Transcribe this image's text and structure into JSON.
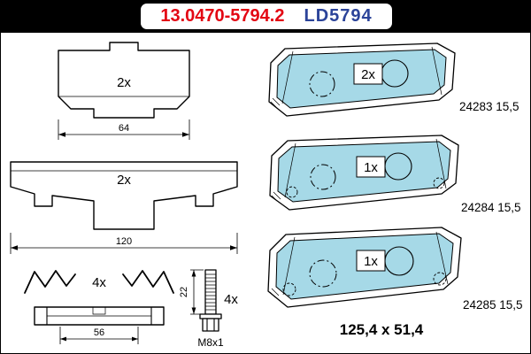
{
  "header": {
    "part_number": "13.0470-5794.2",
    "code": "LD5794"
  },
  "colors": {
    "brand_red": "#e30613",
    "code_blue": "#2b4399",
    "pad_surface": "#a6d9e7"
  },
  "left_column": {
    "backplate_view": {
      "quantity": "2x",
      "width_dim": "64"
    },
    "pad_rear_view": {
      "quantity": "2x",
      "width_dim": "120"
    },
    "clip_set": {
      "quantity": "4x",
      "width_dim": "56"
    },
    "bolt": {
      "quantity": "4x",
      "length_dim": "22",
      "thread_label": "M8x1"
    }
  },
  "pads": [
    {
      "quantity": "2x",
      "reference": "24283 15,5"
    },
    {
      "quantity": "1x",
      "reference": "24284 15,5"
    },
    {
      "quantity": "1x",
      "reference": "24285 15,5"
    }
  ],
  "overall_dimensions": "125,4 x 51,4"
}
